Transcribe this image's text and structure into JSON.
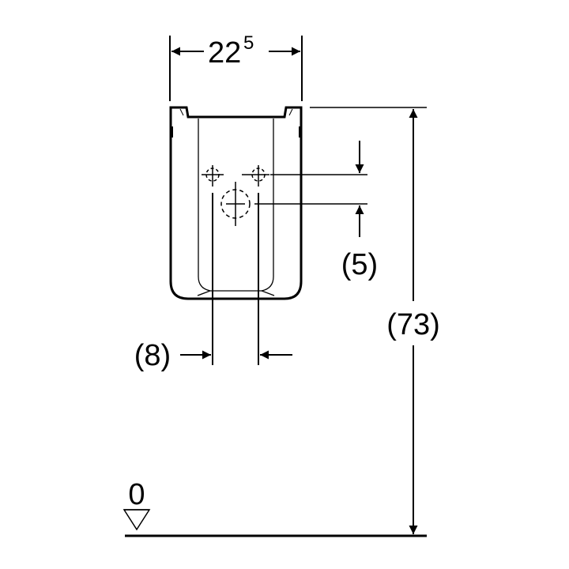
{
  "drawing": {
    "width_label": {
      "main": "22",
      "sup": "5"
    },
    "height_label": "(73)",
    "vertical_offset_label": "(5)",
    "horizontal_spacing_label": "(8)",
    "floor_label": "0"
  },
  "colors": {
    "line": "#000000",
    "background": "#ffffff"
  }
}
